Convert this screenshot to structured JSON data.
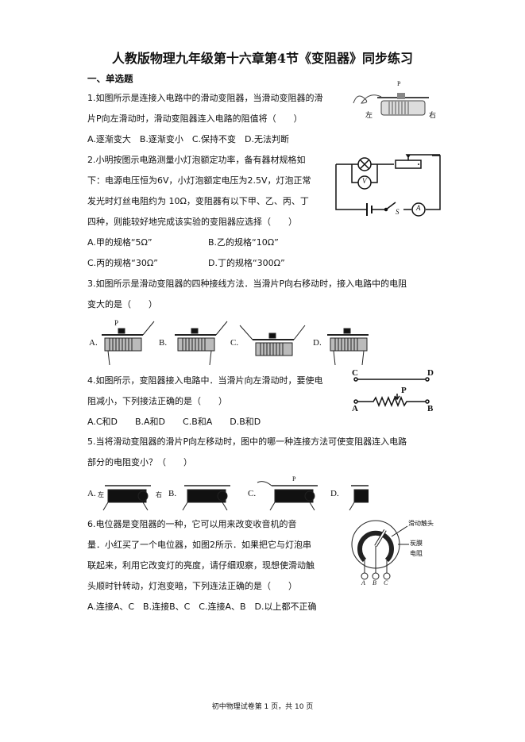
{
  "title": "人教版物理九年级第十六章第4节《变阻器》同步练习",
  "section": "一、单选题",
  "q1": {
    "lines": [
      "1.如图所示是连接入电路中的滑动变阻器，当滑动变阻器的滑",
      "片P向左滑动时，滑动变阻器连入电路的阻值将（　　）"
    ],
    "options": "A.逐渐变大　B.逐渐变小　C.保持不变　D.无法判断",
    "fig_labels": {
      "p": "P",
      "left": "左",
      "right": "右"
    }
  },
  "q2": {
    "lines": [
      "2.小明按图示电路测量小灯泡额定功率，备有器材规格如",
      "下：电源电压恒为6V，小灯泡额定电压为2.5V，灯泡正常",
      "发光时灯丝电阻约为 10Ω，变阻器有以下甲、乙、丙、丁",
      "四种，则能较好地完成该实验的变阻器应选择（　　）"
    ],
    "options": [
      "A.甲的规格“5Ω”",
      "B.乙的规格“10Ω”",
      "C.丙的规格“30Ω”",
      "D.丁的规格“300Ω”"
    ],
    "fig_labels": {
      "v": "V",
      "a": "A",
      "s": "S"
    }
  },
  "q3": {
    "lines": [
      "3.如图所示是滑动变阻器的四种接线方法．当滑片P向右移动时，接入电路中的电阻",
      "变大的是（　　）"
    ],
    "fig_options": [
      "A.",
      "B.",
      "C.",
      "D."
    ],
    "p": "P"
  },
  "q4": {
    "lines": [
      "4.如图所示，变阻器接入电路中．当滑片向左滑动时，要使电",
      "阻减小，下列接法正确的是（　　）"
    ],
    "options": "A.C和D　　B.A和D　　C.B和A　　D.B和D",
    "fig_labels": {
      "c": "C",
      "d": "D",
      "a": "A",
      "b": "B",
      "p": "P"
    }
  },
  "q5": {
    "lines": [
      "5.当将滑动变阻器的滑片P向左移动时，图中的哪一种连接方法可使变阻器连入电路",
      "部分的电阻变小？（　　）"
    ],
    "fig_options": [
      "A.",
      "B.",
      "C.",
      "D."
    ],
    "left": "左",
    "right": "右",
    "p": "P"
  },
  "q6": {
    "lines": [
      "6.电位器是变阻器的一种，它可以用来改变收音机的音",
      "量．小红买了一个电位器，如图2所示．如果把它与灯泡串",
      "联起来，利用它改变灯的亮度，请仔细观察，现想使滑动触",
      "头顺时针转动，灯泡变暗，下列连法正确的是（　　）"
    ],
    "options": "A.连接A、C　B.连接B、C　C.连接A、B　D.以上都不正确",
    "fig_labels": {
      "contact": "滑动触头",
      "film1": "炭膜",
      "film2": "电阻",
      "a": "A",
      "b": "B",
      "c": "C"
    }
  },
  "footer": "初中物理试卷第 1 页，共 10 页"
}
